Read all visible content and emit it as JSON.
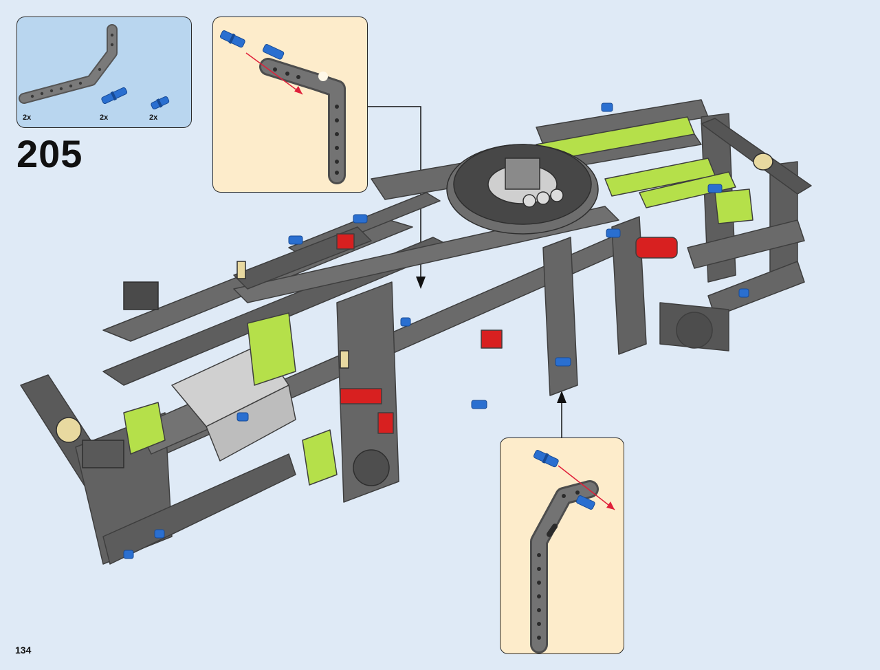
{
  "step_number": "205",
  "page_number": "134",
  "parts_list": [
    {
      "icon": "bent-beam-icon",
      "qty": "2x"
    },
    {
      "icon": "long-pin-blue-icon",
      "qty": "2x"
    },
    {
      "icon": "short-pin-blue-icon",
      "qty": "2x"
    }
  ],
  "colors": {
    "background": "#dfeaf6",
    "parts_panel": "#b9d6ef",
    "subassembly_panel": "#fdeccb",
    "beam_gray": "#6f6f6f",
    "lime": "#b5e04a",
    "pin_blue": "#2a6fd0",
    "red": "#d82020"
  }
}
